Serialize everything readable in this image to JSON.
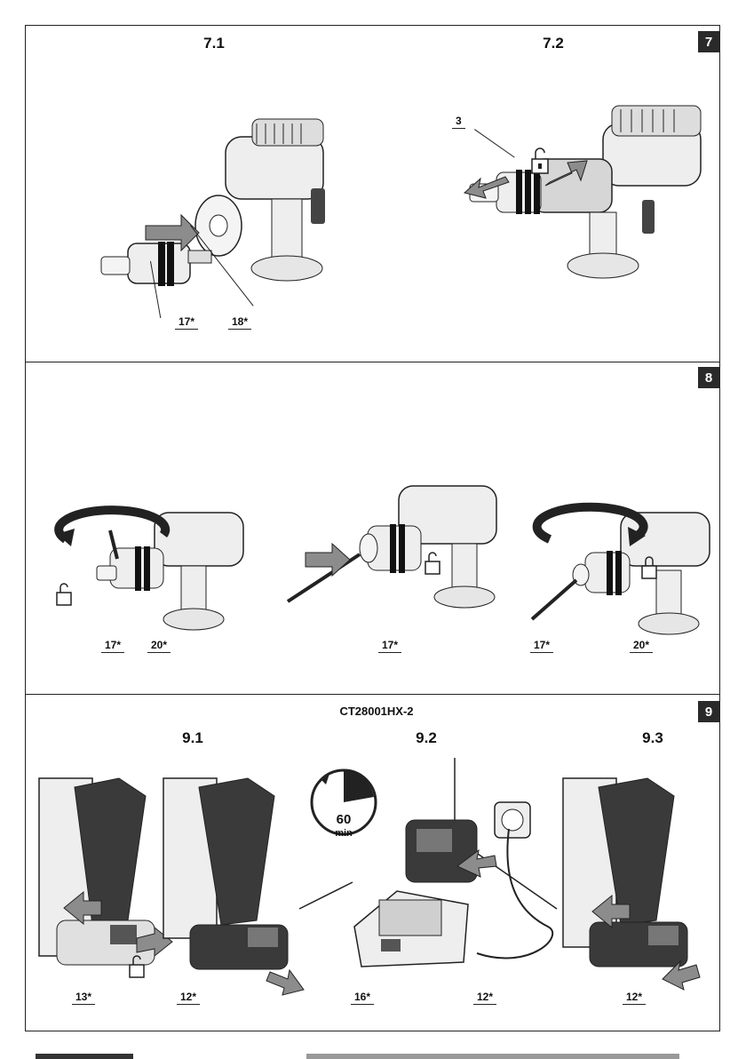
{
  "sections": {
    "s7": {
      "badge": "7",
      "fig1_title": "7.1",
      "fig2_title": "7.2",
      "labels": {
        "part3": "3",
        "part17": "17*",
        "part18": "18*"
      }
    },
    "s8": {
      "badge": "8",
      "labels": {
        "a17": "17*",
        "a20": "20*",
        "b17": "17*",
        "c17": "17*",
        "c20": "20*"
      }
    },
    "s9": {
      "badge": "9",
      "model": "CT28001HX-2",
      "fig1_title": "9.1",
      "fig2_title": "9.2",
      "fig3_title": "9.3",
      "timer": {
        "value": "60",
        "unit": "min"
      },
      "labels": {
        "p13": "13*",
        "p12a": "12*",
        "p16": "16*",
        "p12b": "12*",
        "p12c": "12*"
      }
    }
  },
  "icons": [
    "lock-open-icon",
    "lock-closed-icon",
    "arrow-icon",
    "rotate-arrow-icon",
    "timer-icon",
    "power-outlet-icon"
  ]
}
